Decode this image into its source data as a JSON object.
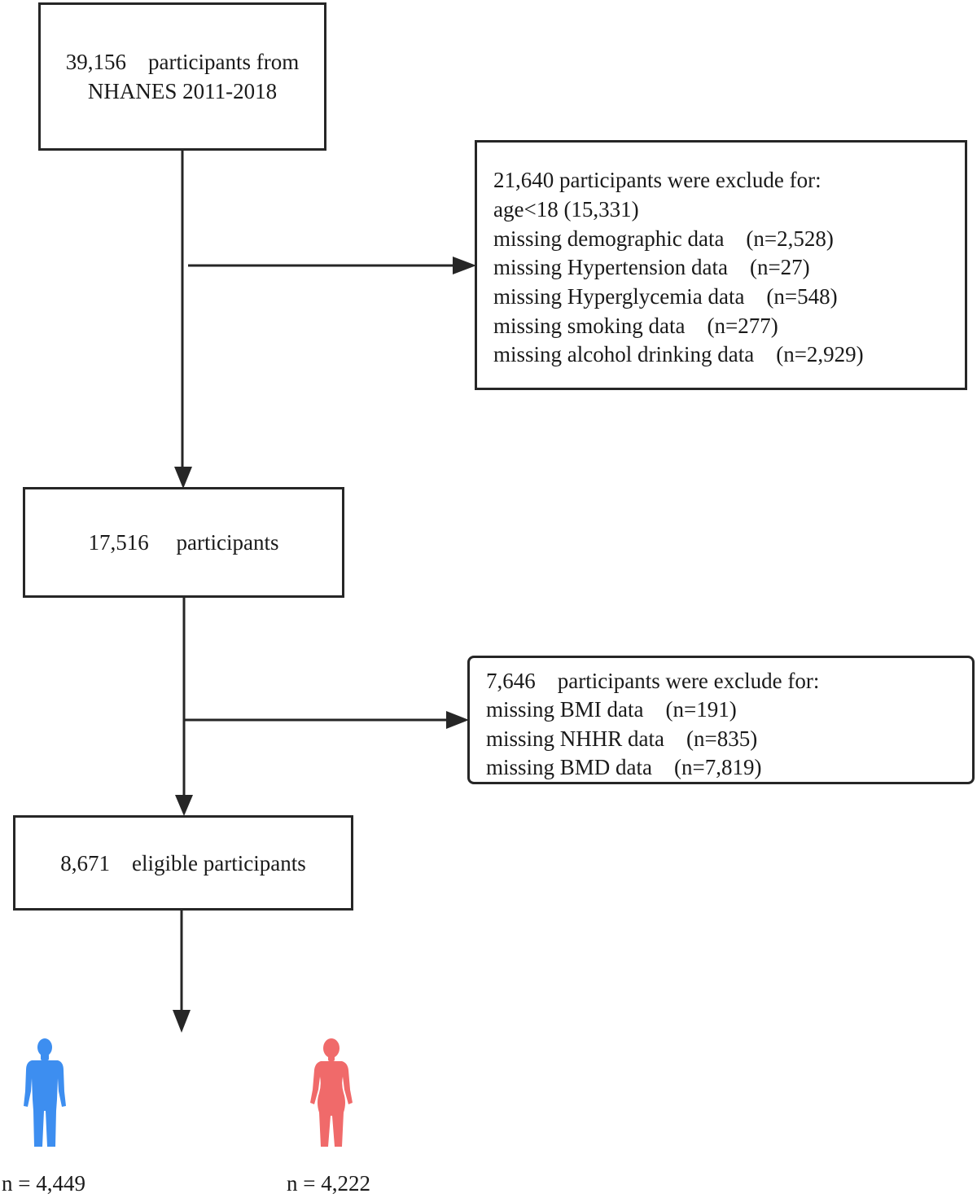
{
  "colors": {
    "stroke": "#262626",
    "male": "#3d8ef0",
    "female": "#f06a6a"
  },
  "source_box": {
    "lines": [
      "39,156    participants from",
      "NHANES 2011-2018"
    ]
  },
  "exclusion_1": {
    "lines": [
      "21,640 participants were exclude for:",
      "age<18 (15,331)",
      "missing demographic data    (n=2,528)",
      "missing Hypertension data    (n=27)",
      "missing Hyperglycemia data    (n=548)",
      "missing smoking data    (n=277)",
      "missing alcohol drinking data    (n=2,929)"
    ]
  },
  "middle_box": {
    "text": "17,516     participants"
  },
  "exclusion_2": {
    "lines": [
      "7,646    participants were exclude for:",
      "missing BMI data    (n=191)",
      "missing NHHR data    (n=835)",
      "missing BMD data    (n=7,819)"
    ]
  },
  "eligible_box": {
    "text": "8,671    eligible participants"
  },
  "groups": {
    "male": {
      "icon": "male-figure-icon",
      "count": "n = 4,449"
    },
    "female": {
      "icon": "female-figure-icon",
      "count": "n = 4,222"
    }
  }
}
